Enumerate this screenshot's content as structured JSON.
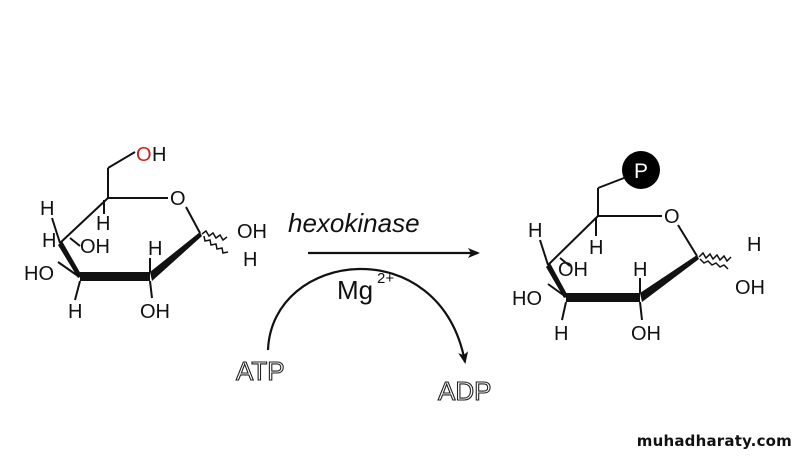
{
  "reactant": {
    "atoms": {
      "o6": "O",
      "h6": "H",
      "ring_o": "O",
      "h5": "H",
      "h5_lower": "H",
      "h4": "H",
      "oh3": "OH",
      "h2": "H",
      "ho4": "HO",
      "h3": "H",
      "oh2": "OH",
      "oh1": "OH",
      "h1": "H"
    }
  },
  "product": {
    "phosphate": "P",
    "atoms": {
      "ring_o": "O",
      "h4": "H",
      "h5": "H",
      "oh3": "OH",
      "h2": "H",
      "h1": "H",
      "ho4": "HO",
      "oh1": "OH",
      "h3": "H",
      "oh2": "OH"
    }
  },
  "reaction": {
    "enzyme": "hexokinase",
    "cofactor": "Mg",
    "cofactor_charge": "2+",
    "cosubstrate_in": "ATP",
    "cosubstrate_out": "ADP"
  },
  "watermark": "muhadharaty.com",
  "colors": {
    "oxygen_highlight": "#d21f1f",
    "phosphate_fill": "#000000",
    "bond": "#111111"
  }
}
